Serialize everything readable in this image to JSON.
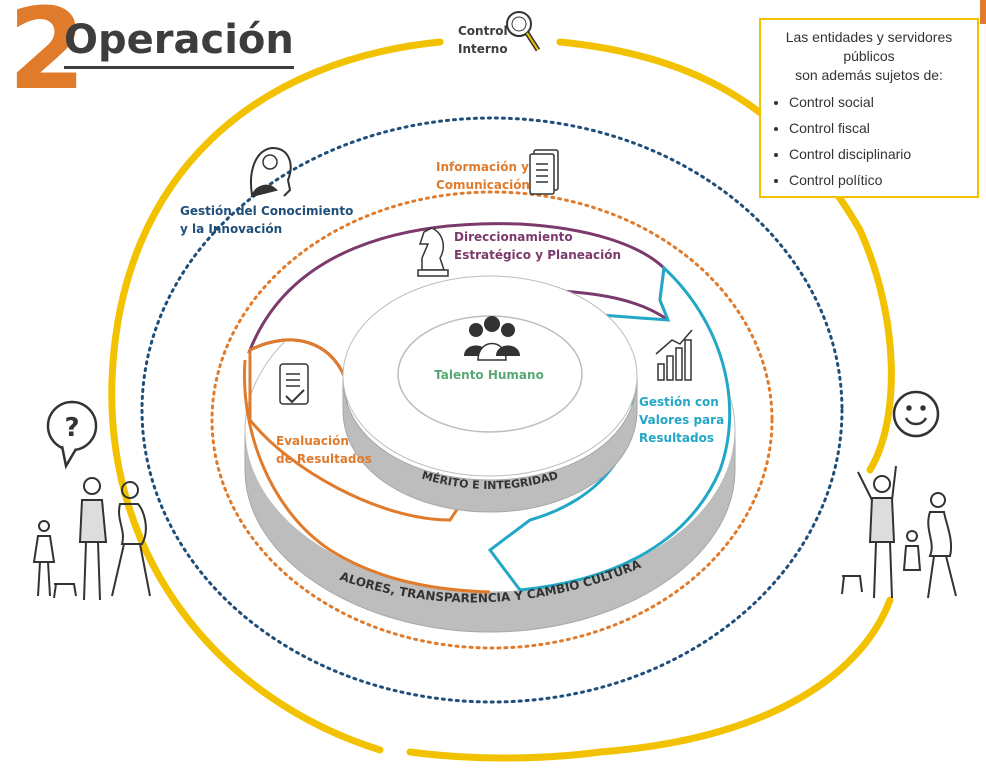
{
  "header": {
    "number": "2",
    "title": "Operación"
  },
  "info_box": {
    "intro_line1": "Las entidades y servidores públicos",
    "intro_line2": "son además sujetos de:",
    "items": [
      "Control social",
      "Control fiscal",
      "Control disciplinario",
      "Control político"
    ]
  },
  "labels": {
    "control_interno_1": "Control",
    "control_interno_2": "Interno",
    "gestion_conocimiento_1": "Gestión del Conocimiento",
    "gestion_conocimiento_2": "y la Innovación",
    "informacion_1": "Información y",
    "informacion_2": "Comunicación",
    "direccionamiento_1": "Direccionamiento",
    "direccionamiento_2": "Estratégico y Planeación",
    "talento": "Talento Humano",
    "gestion_valores_1": "Gestión con",
    "gestion_valores_2": "Valores para",
    "gestion_valores_3": "Resultados",
    "evaluacion_1": "Evaluación",
    "evaluacion_2": "de Resultados",
    "merito": "MÉRITO E INTEGRIDAD",
    "valores": "VALORES, TRANSPARENCIA Y CAMBIO CULTURAL",
    "question_mark": "?"
  },
  "colors": {
    "orange": "#e07b2c",
    "yellow": "#f2c200",
    "navy": "#1f4e79",
    "purple": "#7b3a6b",
    "teal": "#23a7c7",
    "green": "#5aa874",
    "gray": "#bfbfbf"
  },
  "icons": [
    "magnifier-icon",
    "head-brain-icon",
    "documents-icon",
    "chess-knight-icon",
    "team-icon",
    "bar-chart-icon",
    "checklist-icon",
    "question-bubble-icon",
    "smiley-icon"
  ]
}
